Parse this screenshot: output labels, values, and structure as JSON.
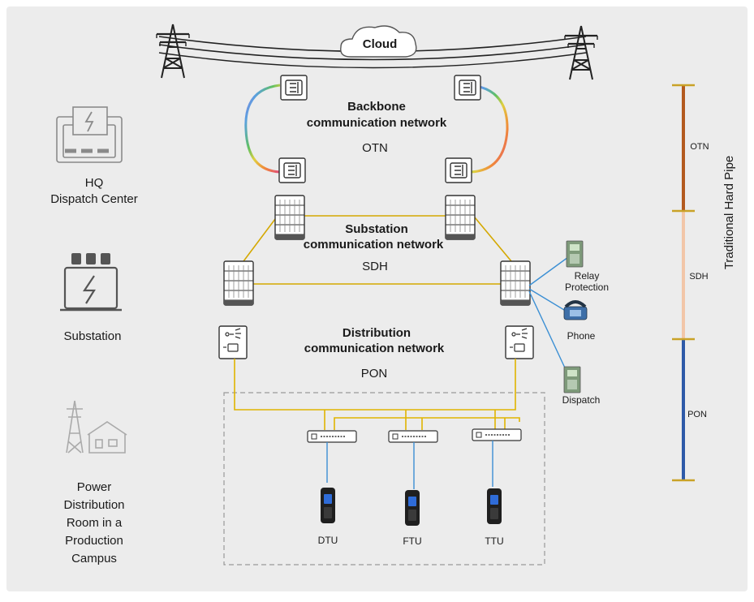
{
  "cloud": {
    "label": "Cloud"
  },
  "networks": {
    "backbone": {
      "line1": "Backbone",
      "line2": "communication network",
      "tech": "OTN"
    },
    "substation": {
      "line1": "Substation",
      "line2": "communication network",
      "tech": "SDH"
    },
    "distribution": {
      "line1": "Distribution",
      "line2": "communication network",
      "tech": "PON"
    }
  },
  "left_labels": {
    "hq": [
      "HQ",
      "Dispatch Center"
    ],
    "substation": "Substation",
    "campus": [
      "Power",
      "Distribution",
      "Room in a",
      "Production",
      "Campus"
    ]
  },
  "services": {
    "relay": [
      "Relay",
      "Protection"
    ],
    "phone": "Phone",
    "dispatch": "Dispatch"
  },
  "terminals": [
    "DTU",
    "FTU",
    "TTU"
  ],
  "right_scale": {
    "segments": [
      {
        "label": "OTN",
        "color": "#b35a1f"
      },
      {
        "label": "SDH",
        "color": "#f2c6a8"
      },
      {
        "label": "PON",
        "color": "#2e5aa8"
      }
    ],
    "title": "Traditional Hard Pipe",
    "tick_color": "#c9a227"
  },
  "colors": {
    "background": "#ececec",
    "link": "#d9b000",
    "service_link": "#3b8fd4",
    "icon_gray": "#9a9a9a",
    "device_stroke": "#333333"
  }
}
